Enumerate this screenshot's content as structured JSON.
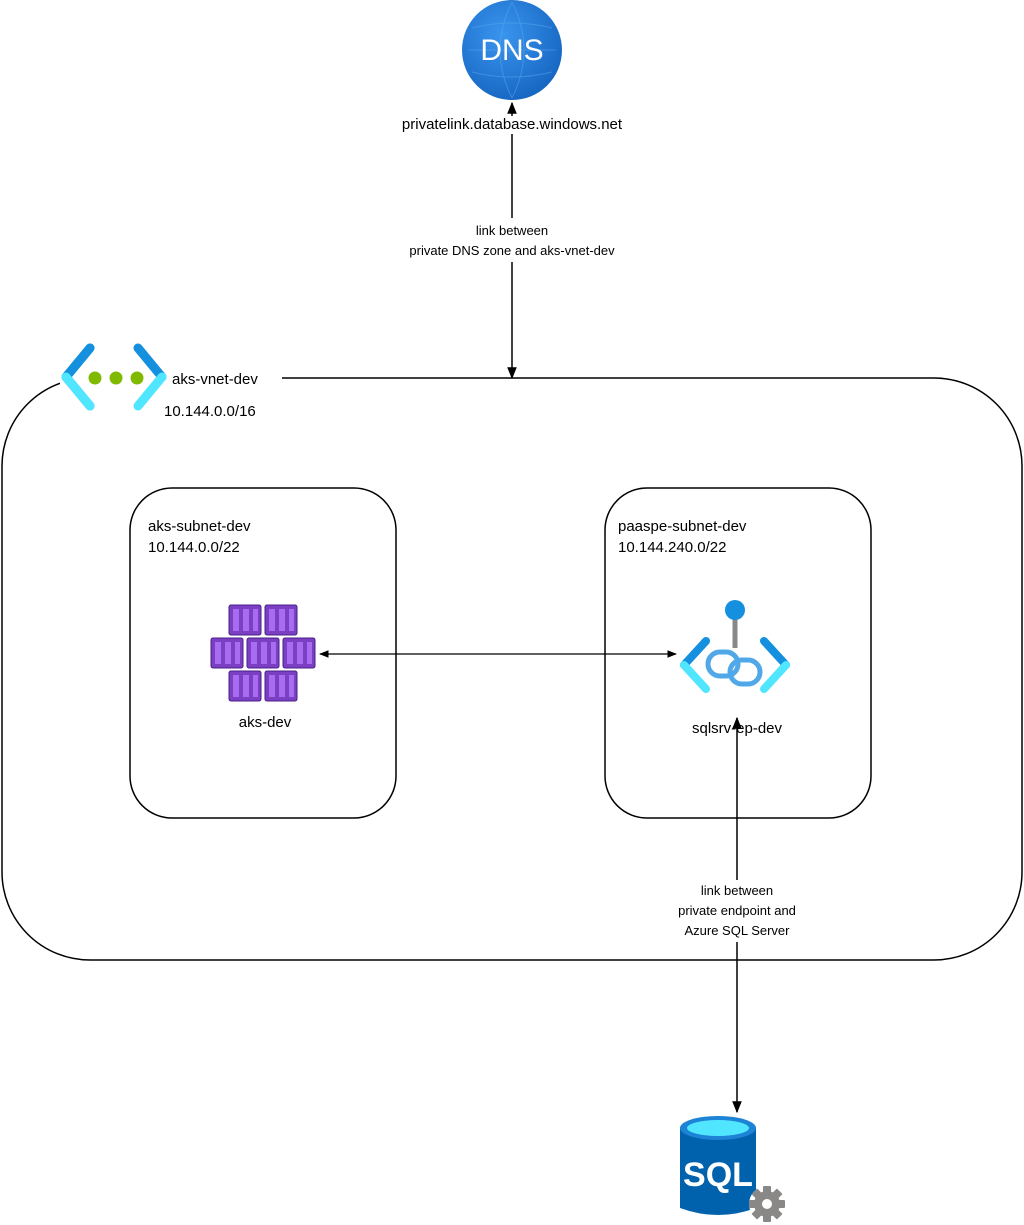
{
  "dns": {
    "icon_text": "DNS",
    "zone_name": "privatelink.database.windows.net",
    "link_label_line1": "link between",
    "link_label_line2": "private DNS zone and aks-vnet-dev"
  },
  "vnet": {
    "name": "aks-vnet-dev",
    "cidr": "10.144.0.0/16"
  },
  "subnets": [
    {
      "name": "aks-subnet-dev",
      "cidr": "10.144.0.0/22"
    },
    {
      "name": "paaspe-subnet-dev",
      "cidr": "10.144.240.0/22"
    }
  ],
  "aks": {
    "name": "aks-dev"
  },
  "endpoint": {
    "name": "sqlsrv-ep-dev"
  },
  "sql": {
    "icon_text": "SQL",
    "link_label_line1": "link between",
    "link_label_line2": "private endpoint and",
    "link_label_line3": "Azure SQL Server"
  },
  "colors": {
    "dns_blue": "#1e78d7",
    "vnet_blue": "#1490df",
    "vnet_light": "#50e6ff",
    "vnet_green": "#7fba00",
    "aks_purple": "#8a3fd1",
    "endpoint_blue": "#1490df",
    "sql_blue": "#0062ad",
    "sql_top": "#50e6ff",
    "gear_gray": "#8a8886"
  }
}
